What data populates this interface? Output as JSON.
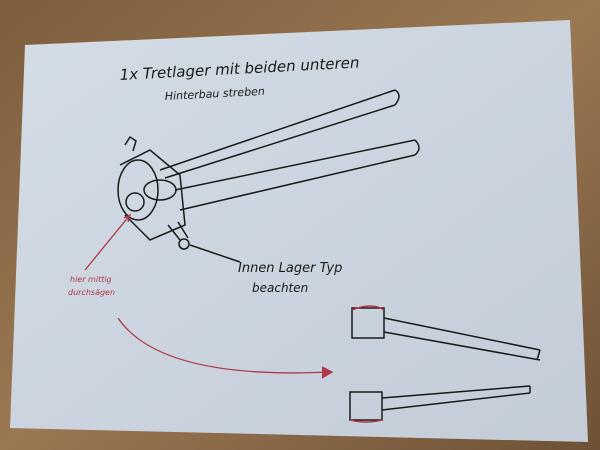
{
  "title_line1": "1x Tretlager mit beiden unteren",
  "title_line2": "Hinterbau streben",
  "label_bearing_line1": "Innen Lager Typ",
  "label_bearing_line2": "beachten",
  "label_cut_line1": "hier mittig",
  "label_cut_line2": "durchsägen",
  "colors": {
    "paper": "#cfd8e2",
    "ink": "#1a1a1a",
    "red_ink": "#b0384a",
    "wood": "#8a6a48"
  }
}
